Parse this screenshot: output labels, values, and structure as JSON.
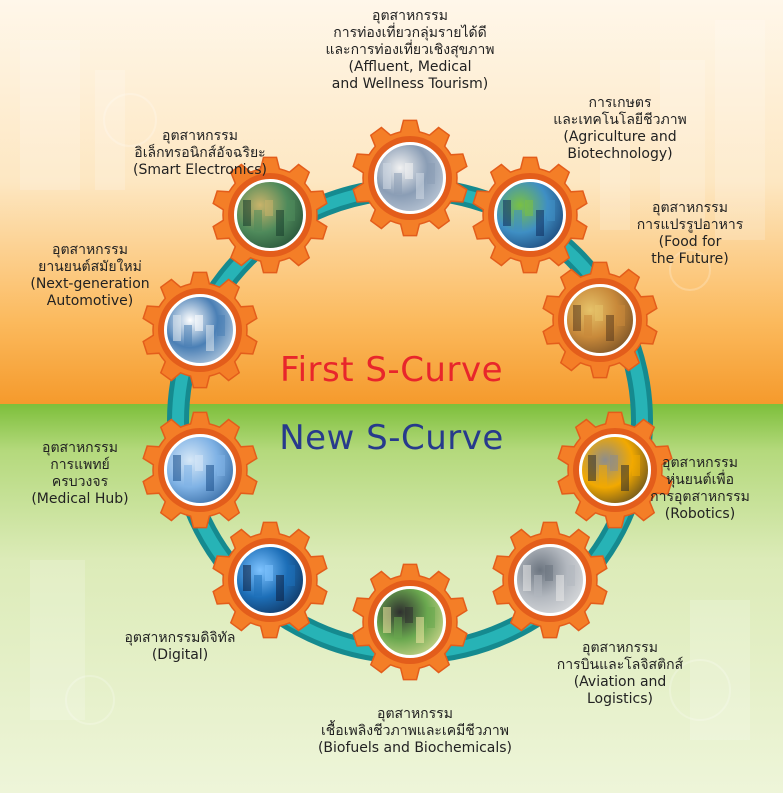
{
  "titles": {
    "first": "First S-Curve",
    "new": "New S-Curve"
  },
  "colors": {
    "gear": "#f47e27",
    "gear_dark": "#e35d1b",
    "ring": "#1e9fa3",
    "first_title": "#e8262b",
    "new_title": "#273a8c",
    "top_bg": "#f59a2c",
    "bottom_bg": "#7dbf3b"
  },
  "industries": [
    {
      "id": "tourism",
      "icon": "tourism-photo-icon",
      "lines": [
        "อุตสาหกรรม",
        "การท่องเที่ยวกลุ่มรายได้ดี",
        "และการท่องเที่ยวเชิงสุขภาพ",
        "(Affluent, Medical",
        "and Wellness Tourism)"
      ]
    },
    {
      "id": "agriculture",
      "icon": "biotech-photo-icon",
      "lines": [
        "การเกษตร",
        "และเทคโนโลยีชีวภาพ",
        "(Agriculture and",
        "Biotechnology)"
      ]
    },
    {
      "id": "food",
      "icon": "food-jars-photo-icon",
      "lines": [
        "อุตสาหกรรม",
        "การแปรรูปอาหาร",
        "(Food for",
        "the Future)"
      ]
    },
    {
      "id": "robotics",
      "icon": "robot-arm-photo-icon",
      "lines": [
        "อุตสาหกรรม",
        "หุ่นยนต์เพื่อ",
        "การอุตสาหกรรม",
        "(Robotics)"
      ]
    },
    {
      "id": "aviation",
      "icon": "airport-photo-icon",
      "lines": [
        "อุตสาหกรรม",
        "การบินและโลจิสติกส์",
        "(Aviation and",
        "Logistics)"
      ]
    },
    {
      "id": "biofuels",
      "icon": "fuel-nozzle-photo-icon",
      "lines": [
        "อุตสาหกรรม",
        "เชื้อเพลิงชีวภาพและเคมีชีวภาพ",
        "(Biofuels and Biochemicals)"
      ]
    },
    {
      "id": "digital",
      "icon": "digital-hand-photo-icon",
      "lines": [
        "อุตสาหกรรมดิจิทัล",
        "(Digital)"
      ]
    },
    {
      "id": "medical",
      "icon": "medical-photo-icon",
      "lines": [
        "อุตสาหกรรม",
        "การแพทย์",
        "ครบวงจร",
        "(Medical Hub)"
      ]
    },
    {
      "id": "automotive",
      "icon": "car-photo-icon",
      "lines": [
        "อุตสาหกรรม",
        "ยานยนต์สมัยใหม่",
        "(Next-generation",
        "Automotive)"
      ]
    },
    {
      "id": "electronics",
      "icon": "circuit-board-photo-icon",
      "lines": [
        "อุตสาหกรรม",
        "อิเล็กทรอนิกส์อัจฉริยะ",
        "(Smart Electronics)"
      ]
    }
  ]
}
